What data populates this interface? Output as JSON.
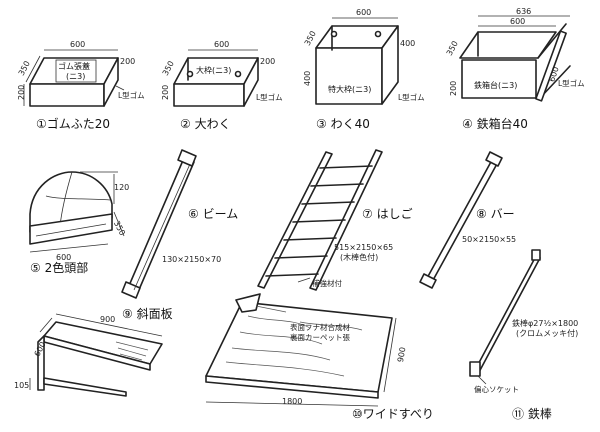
{
  "items": {
    "gomufuta": {
      "caption": "①ゴムふた20",
      "inner_label_1": "ゴム張蓋",
      "inner_label_2": "(ニ3)",
      "dim_width": "600",
      "dim_depth": "350",
      "dim_height": "200",
      "dim_height_right": "200",
      "rubber_label": "L型ゴム"
    },
    "owaku": {
      "caption": "② 大わく",
      "inner_label": "大枠(ニ3)",
      "dim_width": "600",
      "dim_depth": "350",
      "dim_height": "200",
      "dim_height_right": "200",
      "rubber_label": "L型ゴム"
    },
    "waku40": {
      "caption": "③ わく40",
      "inner_label": "特大枠(ニ3)",
      "dim_width": "600",
      "dim_depth": "350",
      "dim_height": "400",
      "dim_height_right": "400",
      "rubber_label": "L型ゴム"
    },
    "tetsubakodai": {
      "caption": "④ 鉄箱台40",
      "inner_label": "鉄箱台(ニ3)",
      "dim_width_outer": "636",
      "dim_width": "600",
      "dim_depth": "350",
      "dim_height": "200",
      "dim_height_right": "600",
      "rubber_label": "L型ゴム"
    },
    "nishokutobu": {
      "caption": "⑤ 2色頭部",
      "dim_height": "120",
      "dim_depth": "350",
      "dim_width": "600"
    },
    "beam": {
      "caption": "⑥ ビーム",
      "dim": "130×2150×70"
    },
    "hashigo": {
      "caption": "⑦ はしご",
      "dim_1": "515×2150×65",
      "dim_2": "(木棒色付)",
      "note": "補強材付"
    },
    "bar": {
      "caption": "⑧ バー",
      "dim": "50×2150×55"
    },
    "shamenban": {
      "caption": "⑨ 斜面板",
      "dim_width": "900",
      "dim_depth": "600",
      "dim_height": "105"
    },
    "widesuberi": {
      "caption": "⑩ワイドすべり",
      "note_1": "表面フナ材合成材",
      "note_2": "裏面カーペット張",
      "dim_length": "1800",
      "dim_width": "900"
    },
    "tetsubou": {
      "caption": "⑪ 鉄棒",
      "dim_1": "鉄棒φ27½×1800",
      "dim_2": "(クロムメッキ付)",
      "socket_label": "偏心ソケット"
    }
  }
}
